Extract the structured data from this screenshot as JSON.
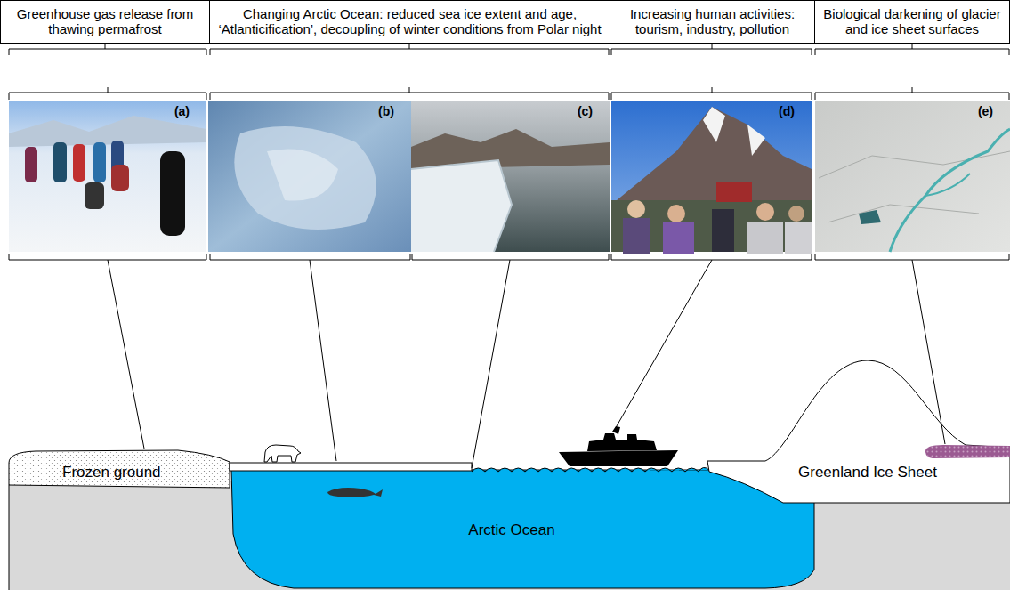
{
  "diagram": {
    "nodes": [
      {
        "text": [
          "Greenhouse gas release from thawing permafrost"
        ]
      },
      {
        "text": [
          "Changing Arctic Ocean: reduced sea ice extent and age, ‘Atlanticification’, decoupling of winter conditions from Polar night"
        ]
      },
      {
        "text": [
          "Increasing human activities: tourism, industry, pollution"
        ]
      },
      {
        "text": [
          "Biological darkening of glacier and ice sheet surfaces"
        ]
      }
    ],
    "labels": [
      "(a)",
      "(b)",
      "(c)",
      "(d)",
      "(e)",
      "Frozen ground",
      "Arctic Ocean",
      "Greenland Ice Sheet"
    ]
  }
}
